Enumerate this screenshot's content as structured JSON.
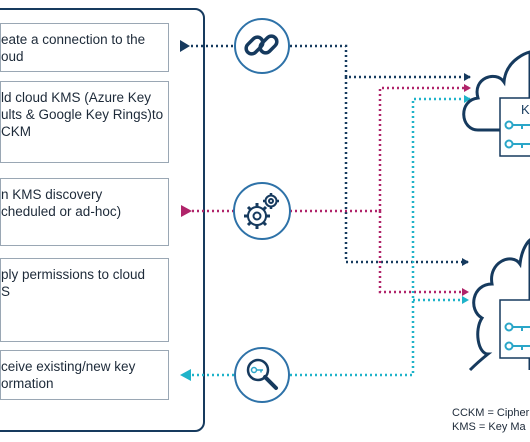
{
  "steps": [
    {
      "text": "eate a connection to the\noud"
    },
    {
      "text": "ld cloud KMS (Azure Key\nults & Google Key Rings)to\nCKM"
    },
    {
      "text": "n KMS discovery\ncheduled or ad-hoc)"
    },
    {
      "text": "ply permissions to cloud\nS"
    },
    {
      "text": "ceive existing/new key\normation"
    }
  ],
  "icons": [
    "link-icon",
    "gears-icon",
    "key-search-icon"
  ],
  "cloud_label": "K",
  "legend": [
    "CCKM = Cipher",
    "KMS = Key Ma"
  ],
  "colors": {
    "navy": "#163a5e",
    "magenta": "#b0246a",
    "cyan": "#1fb3c9",
    "icon_circle": "#2e72a8",
    "key": "#2aa6c8"
  }
}
